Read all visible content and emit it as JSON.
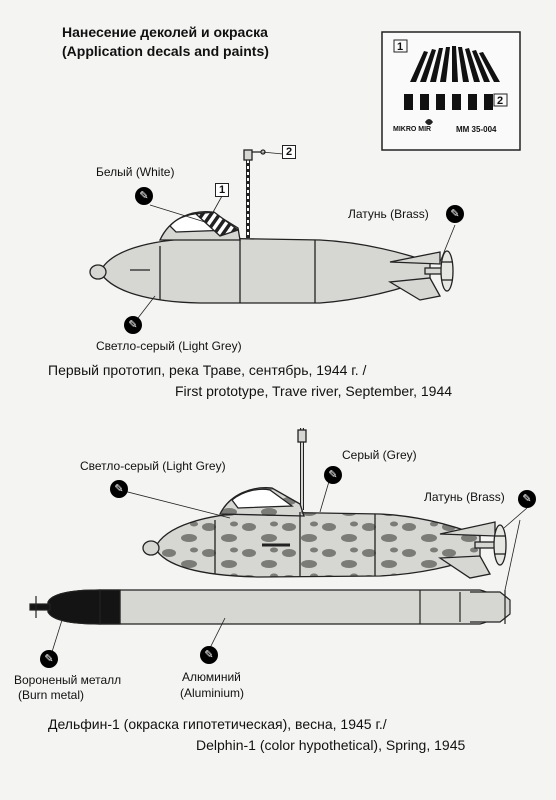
{
  "header": {
    "title_ru": "Нанесение деколей и окраска",
    "title_en": "(Application decals and paints)"
  },
  "decal_sheet": {
    "marker1": "1",
    "marker2": "2",
    "brand": "MIKRO MIR",
    "code": "MM 35-004"
  },
  "profile1": {
    "callout1": "1",
    "callout2": "2",
    "white_label": "Белый (White)",
    "brass_label": "Латунь (Brass)",
    "light_grey_label": "Светло-серый (Light Grey)",
    "caption_ru": "Первый прототип, река Траве, сентябрь, 1944 г. /",
    "caption_en": "First prototype, Trave river, September, 1944"
  },
  "profile2": {
    "light_grey_label": "Светло-серый (Light Grey)",
    "grey_label": "Серый (Grey)",
    "brass_label": "Латунь (Brass)",
    "burn_metal_ru": "Вороненый металл",
    "burn_metal_en": "(Burn metal)",
    "aluminium_ru": "Алюминий",
    "aluminium_en": "(Aluminium)",
    "caption_ru": "Дельфин-1 (окраска гипотетическая), весна, 1945 г./",
    "caption_en": "Delphin-1 (color hypothetical), Spring, 1945"
  },
  "colors": {
    "light_grey": "#d6d6d3",
    "grey": "#7b7b78",
    "burn_metal": "#141414",
    "outline": "#222222"
  },
  "icons": [
    "paint-swatch-icon"
  ]
}
